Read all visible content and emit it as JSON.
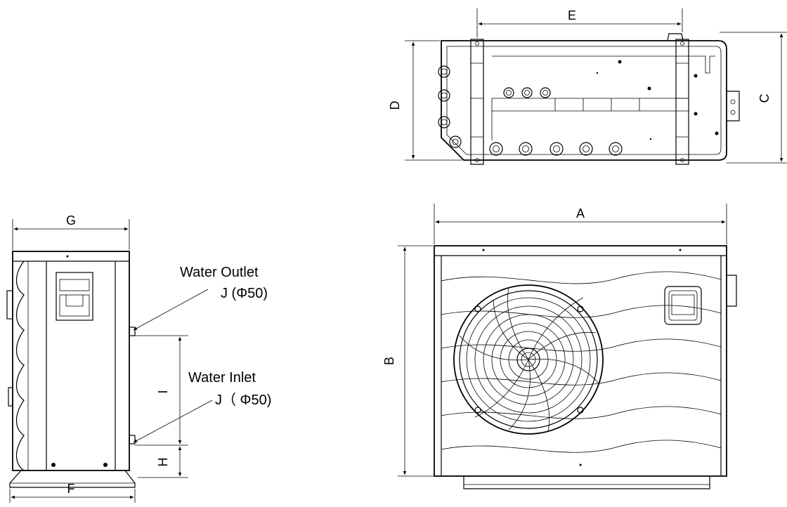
{
  "dimensions": {
    "a": "A",
    "b": "B",
    "c": "C",
    "d": "D",
    "e": "E",
    "f": "F",
    "g": "G",
    "h": "H",
    "i": "I"
  },
  "callouts": {
    "water_outlet_title": "Water Outlet",
    "water_outlet_spec": "J (Φ50)",
    "water_inlet_title": "Water Inlet",
    "water_inlet_spec": "J（ Φ50)"
  }
}
